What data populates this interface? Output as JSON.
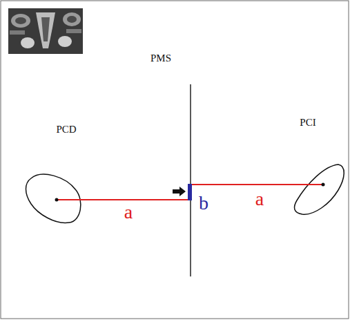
{
  "diagram": {
    "labels": [
      "PMS",
      "PCD",
      "PCI",
      "a",
      "b",
      "a"
    ]
  }
}
